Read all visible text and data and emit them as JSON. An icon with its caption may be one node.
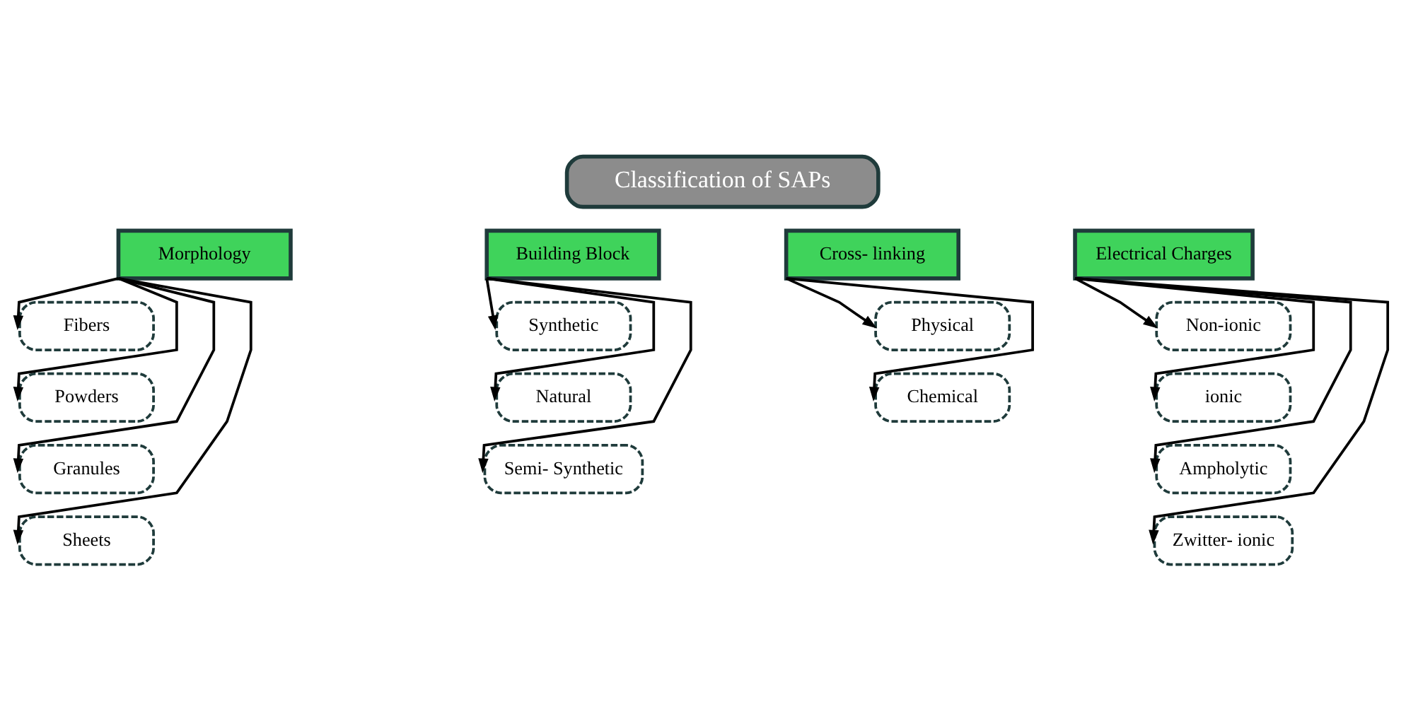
{
  "diagram": {
    "nodes": [
      {
        "text": [
          "Classification of SAPs"
        ]
      },
      {
        "text": [
          "Morphology"
        ]
      },
      {
        "text": [
          "Fibers"
        ]
      },
      {
        "text": [
          "Powders"
        ]
      },
      {
        "text": [
          "Granules"
        ]
      },
      {
        "text": [
          "Sheets"
        ]
      },
      {
        "text": [
          "Building Block"
        ]
      },
      {
        "text": [
          "Synthetic"
        ]
      },
      {
        "text": [
          "Natural"
        ]
      },
      {
        "text": [
          "Semi- Synthetic"
        ]
      },
      {
        "text": [
          "Cross- linking"
        ]
      },
      {
        "text": [
          "Physical"
        ]
      },
      {
        "text": [
          "Chemical"
        ]
      },
      {
        "text": [
          "Electrical Charges"
        ]
      },
      {
        "text": [
          "Non-ionic"
        ]
      },
      {
        "text": [
          "ionic"
        ]
      },
      {
        "text": [
          "Ampholytic"
        ]
      },
      {
        "text": [
          "Zwitter- ionic"
        ]
      }
    ],
    "edges": [
      {
        "from": 1,
        "to": 2,
        "arrow": "to"
      },
      {
        "from": 1,
        "to": 3,
        "arrow": "to"
      },
      {
        "from": 1,
        "to": 4,
        "arrow": "to"
      },
      {
        "from": 1,
        "to": 5,
        "arrow": "to"
      },
      {
        "from": 6,
        "to": 7,
        "arrow": "to"
      },
      {
        "from": 6,
        "to": 8,
        "arrow": "to"
      },
      {
        "from": 6,
        "to": 9,
        "arrow": "to"
      },
      {
        "from": 10,
        "to": 11,
        "arrow": "to"
      },
      {
        "from": 10,
        "to": 12,
        "arrow": "to"
      },
      {
        "from": 13,
        "to": 14,
        "arrow": "to"
      },
      {
        "from": 13,
        "to": 15,
        "arrow": "to"
      },
      {
        "from": 13,
        "to": 16,
        "arrow": "to"
      },
      {
        "from": 13,
        "to": 17,
        "arrow": "to"
      }
    ]
  }
}
